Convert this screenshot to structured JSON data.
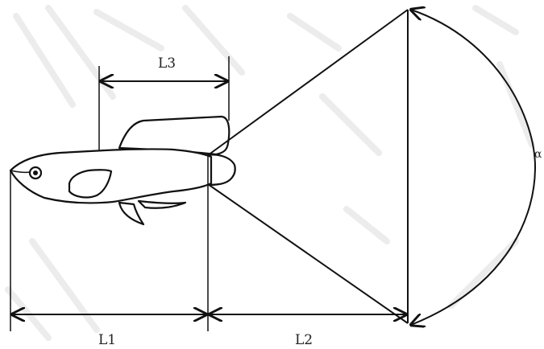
{
  "labels": {
    "l1": "L1",
    "l2": "L2",
    "l3": "L3",
    "alpha": "α"
  },
  "colors": {
    "stroke": "#111111",
    "background": "#ffffff",
    "watermark": "#ececec"
  }
}
